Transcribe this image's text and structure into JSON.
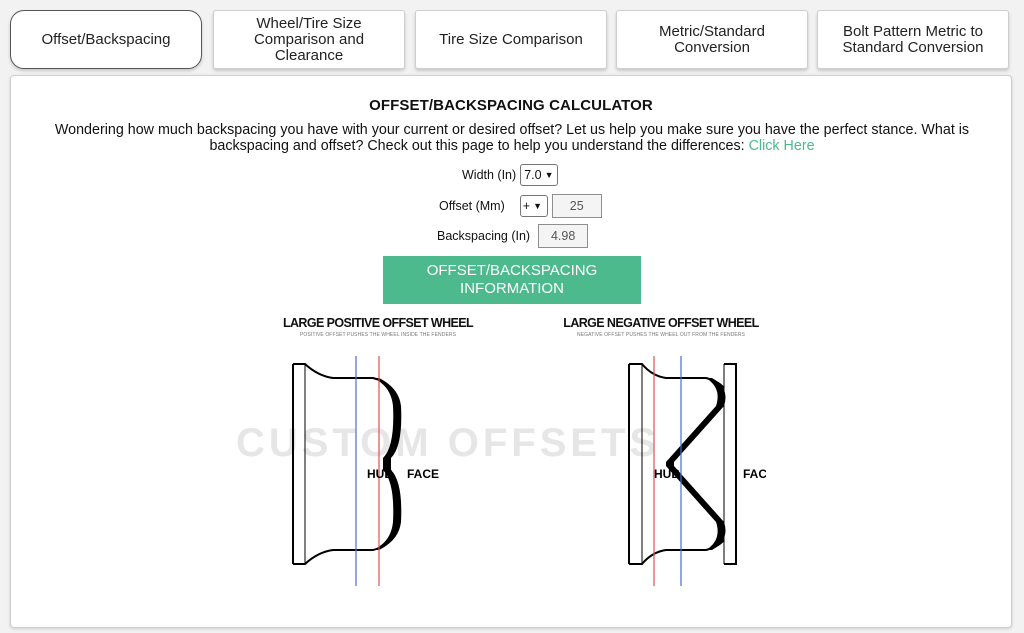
{
  "tabs": [
    {
      "label": "Offset/Backspacing",
      "active": true
    },
    {
      "label": "Wheel/Tire Size Comparison and Clearance",
      "active": false
    },
    {
      "label": "Tire Size Comparison",
      "active": false
    },
    {
      "label": "Metric/Standard Conversion",
      "active": false
    },
    {
      "label": "Bolt Pattern Metric to Standard Conversion",
      "active": false
    }
  ],
  "calculator": {
    "title": "OFFSET/BACKSPACING CALCULATOR",
    "intro_text": "Wondering how much backspacing you have with your current or desired offset? Let us help you make sure you have the perfect stance. What is backspacing and offset? Check out this page to help you understand the differences: ",
    "intro_link": "Click Here",
    "width_label": "Width (In)",
    "width_value": "7.0",
    "offset_label": "Offset (Mm)",
    "offset_sign": "+",
    "offset_value": "25",
    "backspacing_label": "Backspacing (In)",
    "backspacing_value": "4.98",
    "info_button": "OFFSET/BACKSPACING INFORMATION"
  },
  "diagrams": {
    "positive": {
      "title": "LARGE POSITIVE OFFSET WHEEL",
      "subtitle": "POSITIVE OFFSET PUSHES THE WHEEL INSIDE THE FENDERS",
      "hub": "HUB",
      "face": "FACE"
    },
    "negative": {
      "title": "LARGE NEGATIVE OFFSET WHEEL",
      "subtitle": "NEGATIVE OFFSET PUSHES THE WHEEL OUT FROM THE FENDERS",
      "hub": "HUB",
      "face": "FACE"
    },
    "watermark": "CUSTOM OFFSETS"
  },
  "colors": {
    "accent_green": "#4cba8c",
    "centerline_red": "#e05050",
    "hub_blue": "#4b6ed0"
  }
}
